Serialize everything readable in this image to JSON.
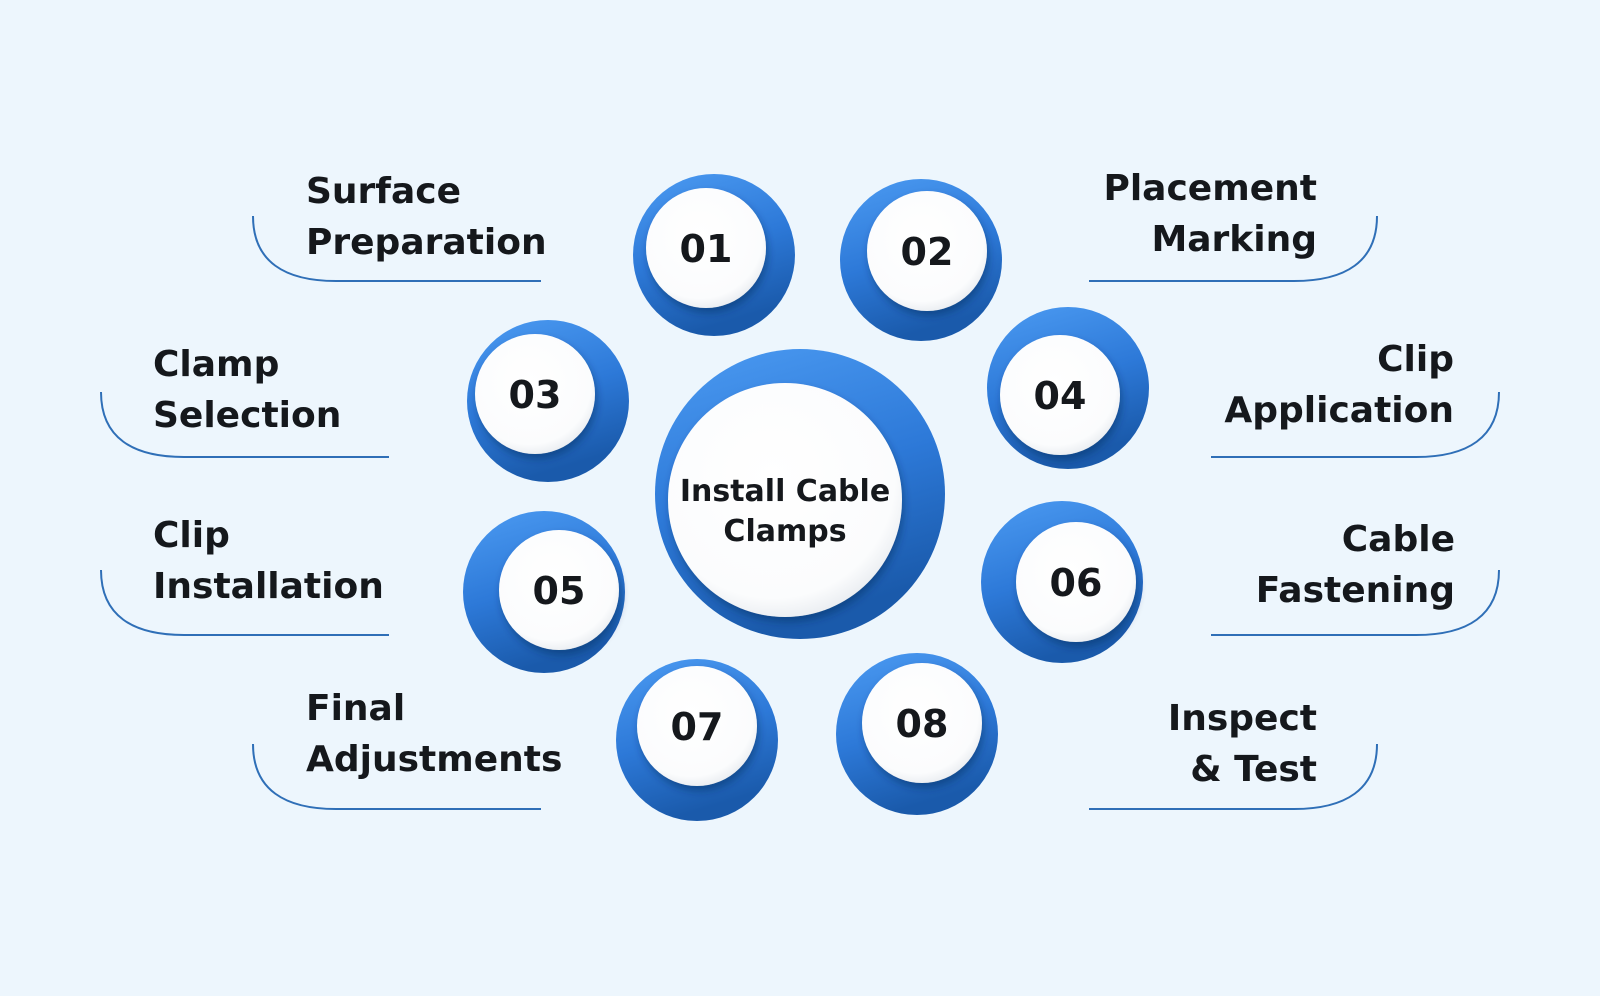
{
  "center": {
    "line1": "Install Cable",
    "line2": "Clamps"
  },
  "steps": [
    {
      "number": "01",
      "line1": "Surface",
      "line2": "Preparation"
    },
    {
      "number": "02",
      "line1": "Placement",
      "line2": "Marking"
    },
    {
      "number": "03",
      "line1": "Clamp",
      "line2": "Selection"
    },
    {
      "number": "04",
      "line1": "Clip",
      "line2": "Application"
    },
    {
      "number": "05",
      "line1": "Clip",
      "line2": "Installation"
    },
    {
      "number": "06",
      "line1": "Cable",
      "line2": "Fastening"
    },
    {
      "number": "07",
      "line1": "Final",
      "line2": "Adjustments"
    },
    {
      "number": "08",
      "line1": "Inspect",
      "line2": "& Test"
    }
  ],
  "colors": {
    "background": "#edf6fd",
    "ring_light": "#4a98f0",
    "ring_dark": "#1c5fb3",
    "disc": "#ffffff",
    "text": "#15181c",
    "connector": "#2f6fb7"
  }
}
